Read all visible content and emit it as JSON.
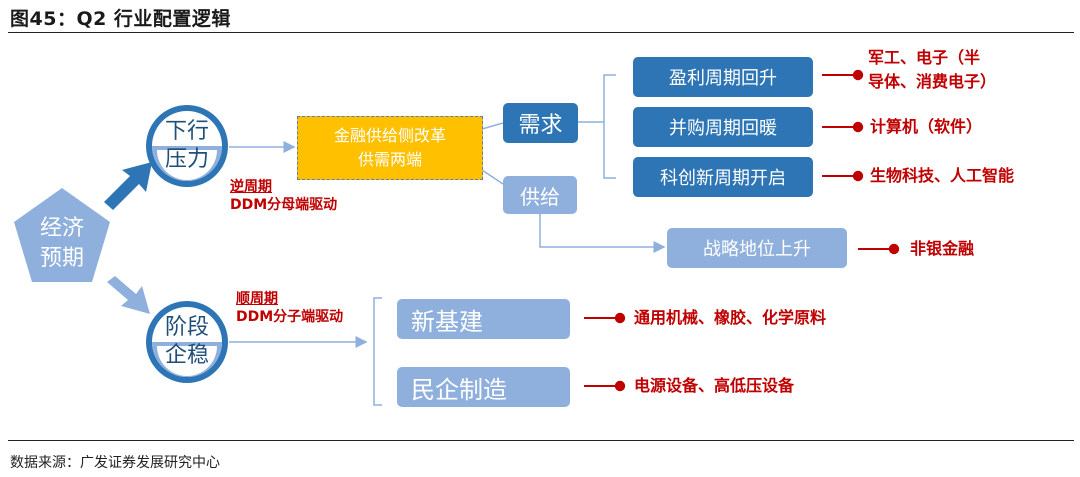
{
  "figure_title": "图45：Q2 行业配置逻辑",
  "source_note": "数据来源：广发证券发展研究中心",
  "colors": {
    "dark_blue": "#2e75b6",
    "light_blue": "#8fb0dd",
    "yellow": "#ffc000",
    "red": "#c00000",
    "circle_ring": "#2e75b6"
  },
  "nodes": {
    "economy_expectation": [
      "经济",
      "预期"
    ],
    "downward_pressure": [
      "下行",
      "压力"
    ],
    "stage_stable": [
      "阶段",
      "企稳"
    ],
    "supply_side_reform": [
      "金融供给侧改革",
      "供需两端"
    ],
    "demand": "需求",
    "supply": "供给",
    "profit_cycle": "盈利周期回升",
    "ma_cycle": "并购周期回暖",
    "tech_cycle": "科创新周期开启",
    "strategic_position": "战略地位上升",
    "new_infra": "新基建",
    "private_mfg": "民企制造"
  },
  "driver_labels": {
    "counter_cyclical": {
      "line1": "逆周期",
      "line2": "DDM分母端驱动"
    },
    "pro_cyclical": {
      "line1": "顺周期",
      "line2": "DDM分子端驱动"
    }
  },
  "outcomes": {
    "profit_cycle": [
      "军工、电子（半",
      "导体、消费电子）"
    ],
    "ma_cycle": "计算机（软件）",
    "tech_cycle": "生物科技、人工智能",
    "strategic_position": "非银金融",
    "new_infra": "通用机械、橡胶、化学原料",
    "private_mfg": "电源设备、高低压设备"
  }
}
